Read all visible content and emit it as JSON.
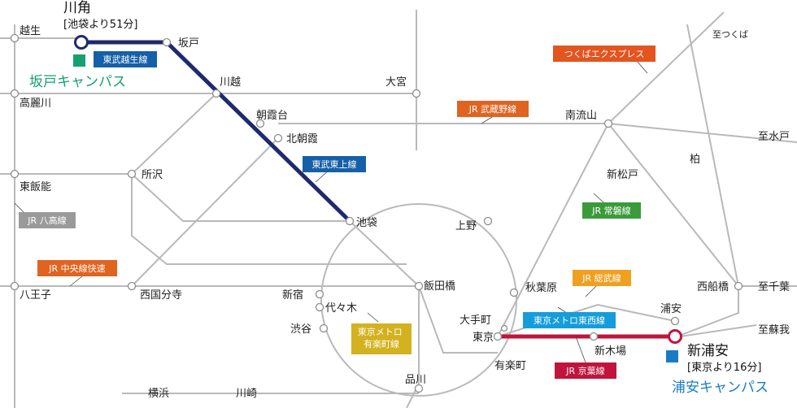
{
  "stations": {
    "koshio": "越生",
    "kawakado": "川角",
    "kawakado_time": "[池袋より51分]",
    "sakado": "坂戸",
    "kawagoe": "川越",
    "omiya": "大宮",
    "komagawa": "高麗川",
    "asakadai": "朝霞台",
    "kitaasaka": "北朝霞",
    "minaminagareyama": "南流山",
    "higashihanno": "東飯能",
    "tokorozawa": "所沢",
    "shinmatsudo": "新松戸",
    "ikebukuro": "池袋",
    "ueno": "上野",
    "hachioji": "八王子",
    "kokubunji": "西国分寺",
    "shinjuku": "新宿",
    "yoyogi": "代々木",
    "shibuya": "渋谷",
    "iidabashi": "飯田橋",
    "akihabara": "秋葉原",
    "otemachi": "大手町",
    "tokyo": "東京",
    "yurakucho": "有楽町",
    "shinkiba": "新木場",
    "urayasu": "浦安",
    "shinurayasu": "新浦安",
    "shinurayasu_time": "[東京より16分]",
    "nishifunabashi": "西船橋",
    "shinagawa": "品川",
    "yokohama": "横浜",
    "kawasaki": "川崎"
  },
  "directions": {
    "tsukuba": "至つくば",
    "mito": "至水戸",
    "kashiwa": "柏",
    "chiba": "至千葉",
    "soga": "至蘇我"
  },
  "campuses": {
    "sakado": "坂戸キャンパス",
    "urayasu": "浦安キャンパス"
  },
  "lines": {
    "ogose": "東武越生線",
    "tojo": "東武東上線",
    "tsukuba_express": "つくばエクスプレス",
    "musashino": "JR 武蔵野線",
    "joban": "JR 常磐線",
    "hachiko": "JR 八高線",
    "chuo": "JR 中央線快速",
    "sobu": "JR 総武線",
    "tozai": "東京メトロ東西線",
    "yurakucho": "東京メトロ\n有楽町線",
    "keiyo": "JR 京葉線"
  },
  "colors": {
    "tobu": "#1e2a6e",
    "tobu_label": "#1560a8",
    "keiyo": "#c0143c",
    "tsukuba_express": "#e3541f",
    "musashino": "#e06320",
    "chuo": "#e06320",
    "joban": "#3b9b3b",
    "hachiko": "#9a9a9a",
    "sobu": "#f0a020",
    "tozai": "#159ddb",
    "yurakucho": "#d3b11f",
    "sakado_campus": "#16a070",
    "urayasu_campus": "#1a7bc3",
    "rail_grey": "#b9b9b9"
  }
}
